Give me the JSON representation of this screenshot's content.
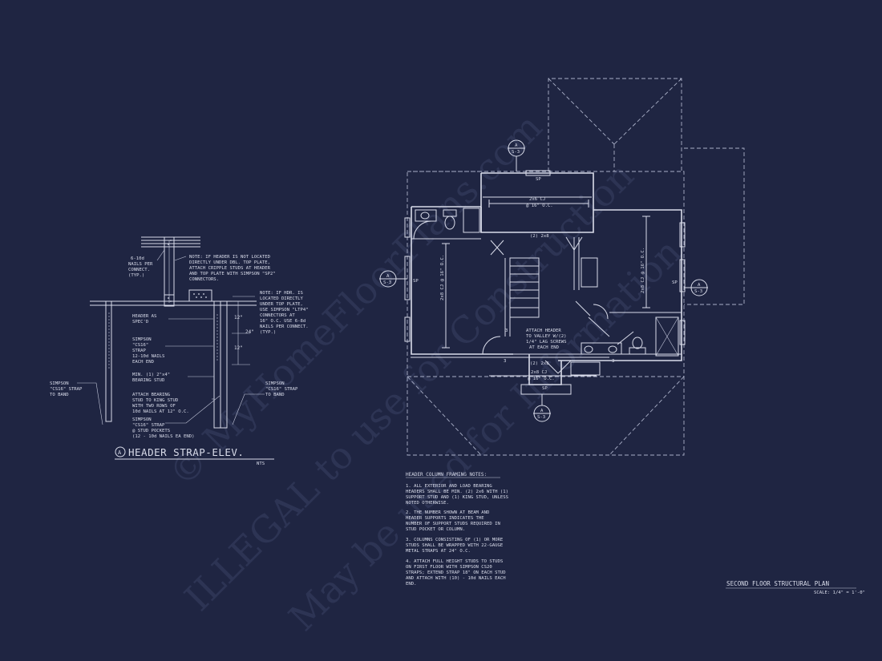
{
  "watermark": {
    "line1": "© MyHomeFloorPlans.com",
    "line2": "ILLEGAL to use for Construction",
    "line3": "May be used for Information"
  },
  "detail": {
    "marker": "A",
    "title": "HEADER STRAP-ELEV.",
    "scale": "NTS",
    "note_nails": [
      "6-10d",
      "NAILS PER",
      "CONNECT.",
      "(TYP.)"
    ],
    "note_header": [
      "NOTE: IF HEADER IS NOT LOCATED",
      "DIRECTLY UNDER DBL. TOP PLATE,",
      "ATTACH CRIPPLE STUDS AT HEADER",
      "AND TOP PLATE WITH SIMPSON \"SP2\"",
      "CONNECTORS."
    ],
    "note_hdr2": [
      "NOTE: IF HDR. IS",
      "LOCATED DIRECTLY",
      "UNDER TOP PLATE,",
      "USE SIMPSON \"LTP4\"",
      "CONNECTORS AT",
      "16\" O.C.  USE 6-8d",
      "NAILS PER CONNECT.",
      "(TYP.)"
    ],
    "header_spec": [
      "HEADER AS",
      "SPEC'D"
    ],
    "strap1": [
      "SIMPSON",
      "\"CS16\"",
      "STRAP"
    ],
    "nails12": [
      "12-10d NAILS",
      "EACH END"
    ],
    "bearing": [
      "MIN. (1) 2\"x4\"",
      "BEARING STUD"
    ],
    "attach": [
      "ATTACH BEARING",
      "STUD TO KING STUD",
      "WITH TWO ROWS OF",
      "10d NAILS AT 12\" O.C."
    ],
    "strap_pockets": [
      "SIMPSON",
      "\"CS16\" STRAP",
      "@ STUD POCKETS",
      "(12 - 10d NAILS EA END)"
    ],
    "band_left": [
      "SIMPSON",
      "\"CS16\" STRAP",
      "TO BAND"
    ],
    "band_right": [
      "SIMPSON",
      "\"CS16\" STRAP",
      "TO BAND"
    ],
    "dim_top": "12\"",
    "dim_mid": "24\"",
    "dim_bot": "12\""
  },
  "plan": {
    "title": "SECOND FLOOR STRUCTURAL PLAN",
    "scale": "SCALE: 1/4\" = 1'-0\"",
    "section_letter": "A",
    "section_sheet": "S-3",
    "labels": {
      "cj_top": "2x6 CJ",
      "cj_top_oc": "@ 16\" O.C.",
      "beam_top": "(2) 2x8",
      "cj_left": "2x8 CJ @ 16\" O.C.",
      "cj_right": "2x8 CJ @ 16\" O.C.",
      "cj_bot": "2x8 CJ",
      "cj_bot_oc": "@ 16\" O.C.",
      "beam_bot": "(2) 2x8",
      "sp": "SP",
      "attach_header": [
        "ATTACH HEADER",
        "TO VALLEY W/(2)",
        "1/4\" LAG SCREWS",
        "AT EACH END"
      ],
      "stud": "3"
    }
  },
  "notes": {
    "heading": "HEADER COLUMN FRAMING NOTES:",
    "items": [
      [
        "1. ALL EXTERIOR AND LOAD BEARING",
        "HEADERS SHALL BE MIN. (2) 2x6 WITH (1)",
        "SUPPORT STUD AND (1) KING STUD, UNLESS",
        "NOTED OTHERWISE."
      ],
      [
        "2. THE NUMBER SHOWN AT BEAM AND",
        "HEADER SUPPORTS INDICATES THE",
        "NUMBER OF SUPPORT STUDS REQUIRED IN",
        "STUD POCKET OR COLUMN."
      ],
      [
        "3. COLUMNS CONSISTING OF (1) OR MORE",
        "STUDS SHALL BE WRAPPED WITH 22-GAUGE",
        "METAL STRAPS AT 24\" O.C."
      ],
      [
        "4. ATTACH FULL HEIGHT STUDS TO STUDS",
        "ON FIRST FLOOR WITH SIMPSON CS20",
        "STRAPS; EXTEND STRAP 18\" ON EACH STUD",
        "AND ATTACH WITH (10) - 10d NAILS EACH",
        "END."
      ]
    ]
  }
}
